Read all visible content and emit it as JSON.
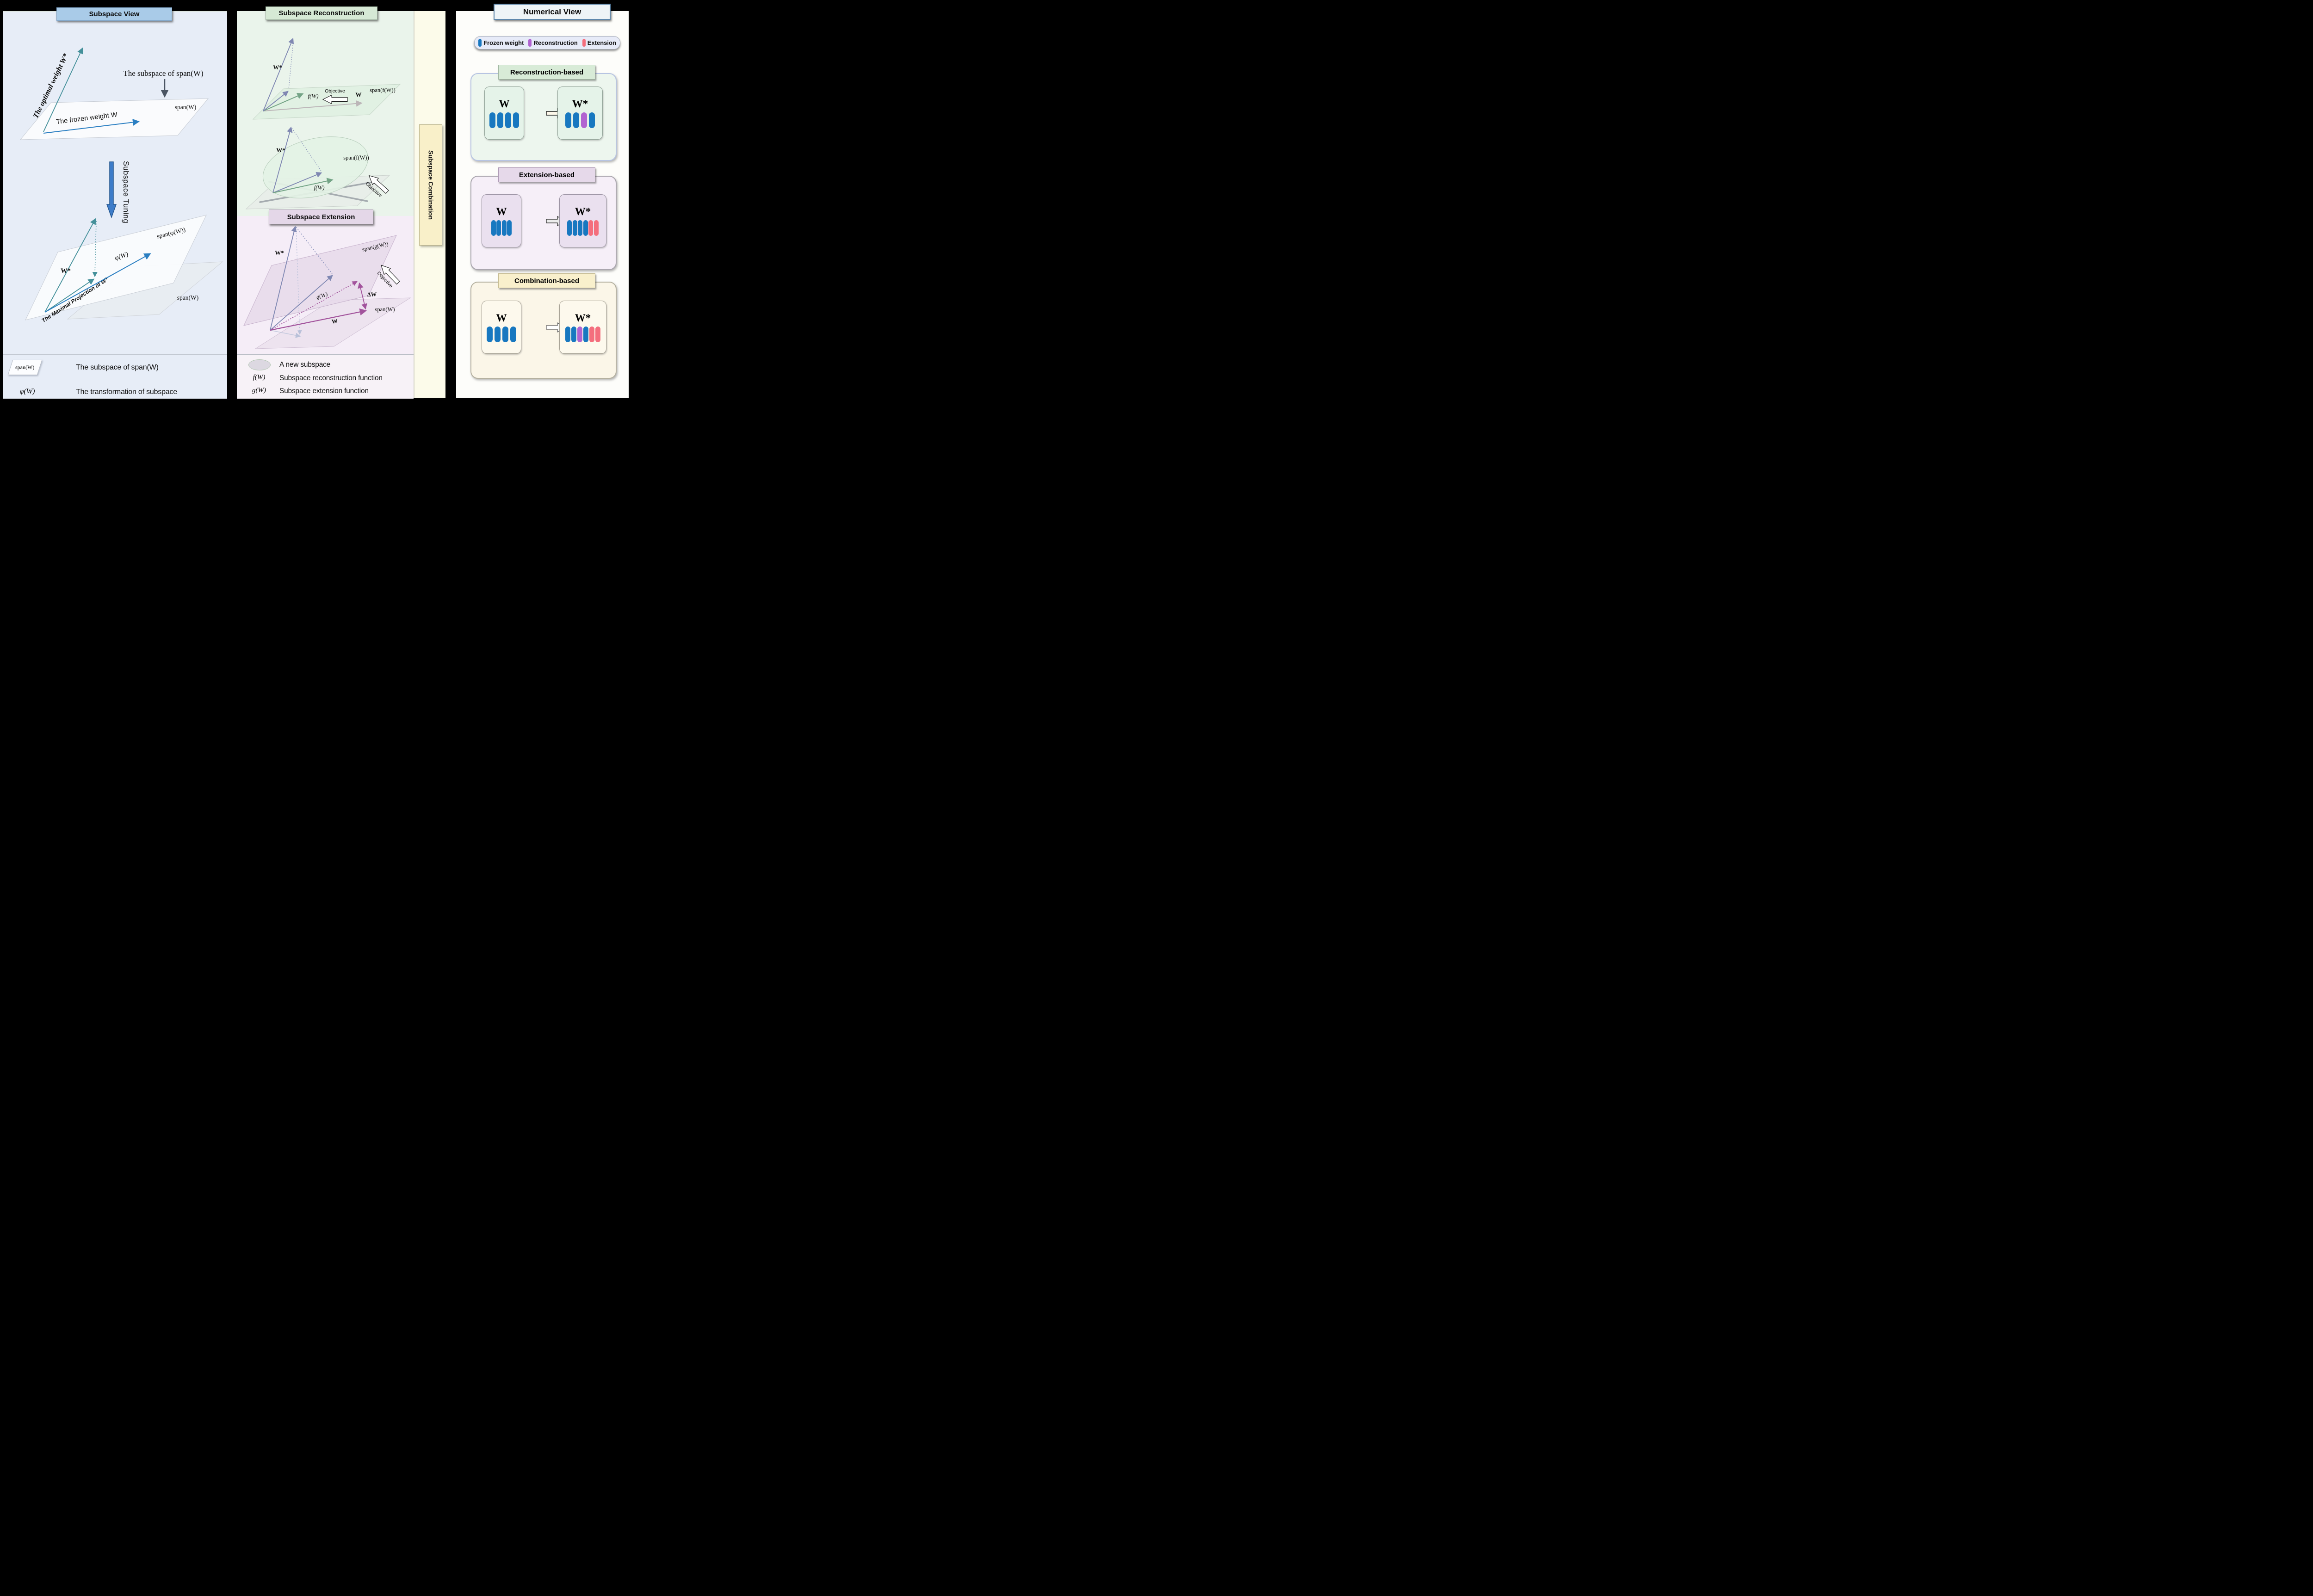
{
  "colors": {
    "frozen_blue": "#1878c0",
    "reconstruction_purple": "#b163d1",
    "extension_red": "#f46e7d"
  },
  "left_panel": {
    "title": "Subspace View",
    "optimal_weight_label": "The optimal weight W*",
    "subspace_pointer_label": "The subspace of span(W)",
    "frozen_weight_label": "The frozen weight W",
    "span_w_label": "span(W)",
    "tuning_label": "Subspace Tuning",
    "w_star_label": "W*",
    "max_projection_label": "The Maximal Projection of W*",
    "phi_w_label": "φ(W)",
    "span_phi_label": "span(φ(W))",
    "span_w_label2": "span(W)",
    "legend": {
      "row1_symbol": "span(W)",
      "row1_text": "The subspace of span(W)",
      "row2_symbol": "φ(W)",
      "row2_text": "The transformation of subspace"
    }
  },
  "middle_panel": {
    "reconstruction_title": "Subspace Reconstruction",
    "extension_title": "Subspace Extension",
    "combination_title": "Subspace Combination",
    "fig1": {
      "w_star": "W*",
      "f_w": "f(W)",
      "w": "W",
      "span_f_w": "span(f(W))",
      "objective": "Objective"
    },
    "fig2": {
      "w_star": "W*",
      "f_w": "f(W)",
      "span_f_w": "span(f(W))",
      "objective": "Objective"
    },
    "fig3": {
      "w_star": "W*",
      "span_g_w": "span(g(W))",
      "delta_w": "ΔW",
      "g_w": "g(W)",
      "w": "W",
      "span_w": "span(W)",
      "objective": "Objective"
    },
    "legend": {
      "row1_text": "A new subspace",
      "row2_symbol": "f(W)",
      "row2_text": "Subspace reconstruction function",
      "row3_symbol": "g(W)",
      "row3_text": "Subspace extension function"
    }
  },
  "numerical_panel": {
    "title": "Numerical View",
    "legend": {
      "items": [
        {
          "label": "Frozen weight",
          "color": "frozen_blue"
        },
        {
          "label": "Reconstruction",
          "color": "reconstruction_purple"
        },
        {
          "label": "Extension",
          "color": "extension_red"
        }
      ]
    },
    "cards": [
      {
        "title": "Reconstruction-based",
        "w_label": "W",
        "w_star_label": "W*",
        "left_pills": [
          "frozen_blue",
          "frozen_blue",
          "frozen_blue",
          "frozen_blue"
        ],
        "right_pills": [
          "frozen_blue",
          "frozen_blue",
          "reconstruction_purple",
          "frozen_blue"
        ]
      },
      {
        "title": "Extension-based",
        "w_label": "W",
        "w_star_label": "W*",
        "left_pills": [
          "frozen_blue",
          "frozen_blue",
          "frozen_blue",
          "frozen_blue"
        ],
        "right_pills": [
          "frozen_blue",
          "frozen_blue",
          "frozen_blue",
          "frozen_blue",
          "extension_red",
          "extension_red"
        ]
      },
      {
        "title": "Combination-based",
        "w_label": "W",
        "w_star_label": "W*",
        "left_pills": [
          "frozen_blue",
          "frozen_blue",
          "frozen_blue",
          "frozen_blue"
        ],
        "right_pills": [
          "frozen_blue",
          "frozen_blue",
          "reconstruction_purple",
          "frozen_blue",
          "extension_red",
          "extension_red"
        ]
      }
    ]
  }
}
